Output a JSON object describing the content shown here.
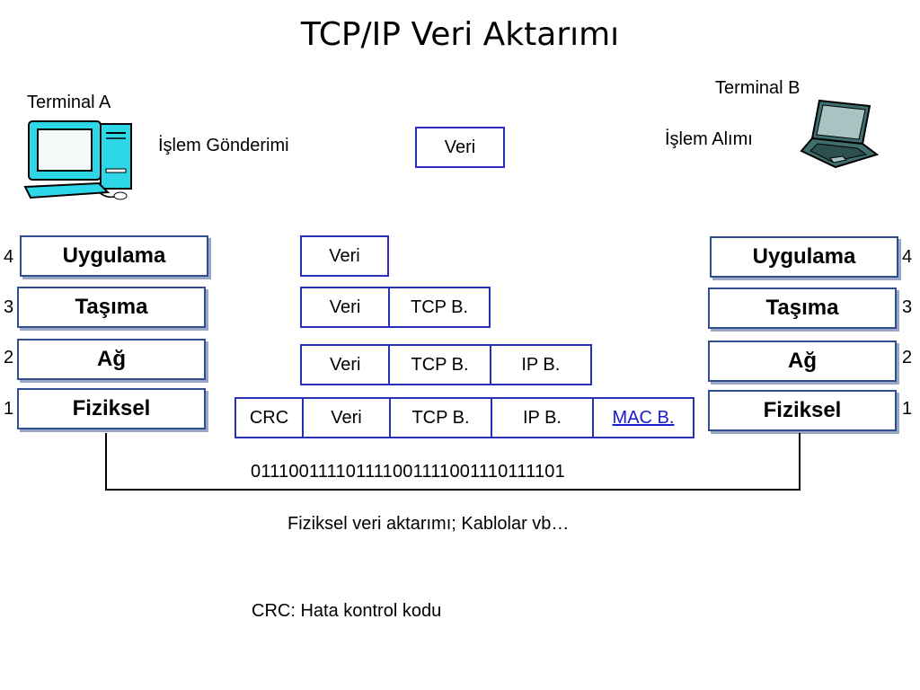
{
  "title": "TCP/IP Veri Aktarımı",
  "terminal_a": {
    "label": "Terminal A",
    "action": "İşlem Gönderimi"
  },
  "terminal_b": {
    "label": "Terminal B",
    "action": "İşlem Alımı"
  },
  "top_packet": "Veri",
  "layers_left": [
    {
      "num": "4",
      "name": "Uygulama"
    },
    {
      "num": "3",
      "name": "Taşıma"
    },
    {
      "num": "2",
      "name": "Ağ"
    },
    {
      "num": "1",
      "name": "Fiziksel"
    }
  ],
  "layers_right": [
    {
      "num": "4",
      "name": "Uygulama"
    },
    {
      "num": "3",
      "name": "Taşıma"
    },
    {
      "num": "2",
      "name": "Ağ"
    },
    {
      "num": "1",
      "name": "Fiziksel"
    }
  ],
  "packets": {
    "l4": [
      "Veri"
    ],
    "l3": [
      "Veri",
      "TCP B."
    ],
    "l2": [
      "Veri",
      "TCP B.",
      "IP B."
    ],
    "l1": [
      "CRC",
      "Veri",
      "TCP B.",
      "IP B.",
      "MAC B."
    ]
  },
  "bits": "01110011110111100111100111011110 1",
  "bits_text": "011100111101111001111001110111101",
  "physical_caption": "Fiziksel veri aktarımı; Kablolar vb…",
  "crc_note": "CRC: Hata kontrol kodu",
  "colors": {
    "box_border": "#2a2fb8",
    "layer_border": "#2f4f8f",
    "link": "#1a1ad6"
  }
}
